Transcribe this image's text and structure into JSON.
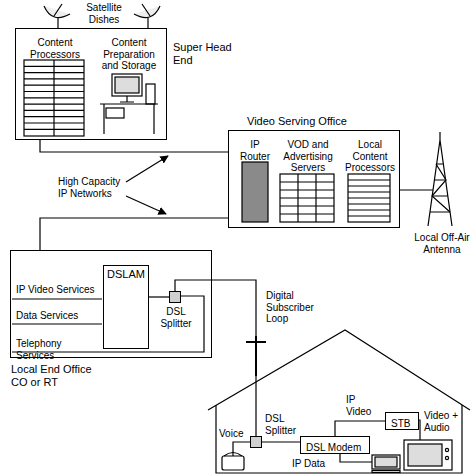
{
  "diagram": {
    "nodes": [
      {
        "text": [
          "Super Head End"
        ]
      },
      {
        "text": [
          "Content Processors"
        ],
        "in": 0
      },
      {
        "text": [
          "Content Preparation and Storage"
        ],
        "in": 0
      },
      {
        "text": [
          "Video Serving Office"
        ]
      },
      {
        "text": [
          "IP Router"
        ],
        "in": 3
      },
      {
        "text": [
          "VOD and Advertising Servers"
        ],
        "in": 3
      },
      {
        "text": [
          "Local Content Processors"
        ],
        "in": 3
      },
      {
        "text": [
          "Local End Office CO or RT"
        ]
      },
      {
        "text": [
          "DSLAM"
        ],
        "in": 7
      },
      {
        "text": [
          "DSL Splitter"
        ],
        "in": 7
      },
      {
        "text": [
          "DSL Splitter"
        ]
      },
      {
        "text": [
          "DSL Modem"
        ]
      },
      {
        "text": [
          "STB"
        ]
      }
    ],
    "edges": [
      {
        "from": 0,
        "to": 3,
        "arrow": "none"
      },
      {
        "from": 3,
        "to": 7,
        "arrow": "none"
      },
      {
        "from": 8,
        "to": 9,
        "arrow": "none"
      },
      {
        "from": 9,
        "to": 10,
        "arrow": "none"
      },
      {
        "from": 10,
        "to": 11,
        "arrow": "none"
      },
      {
        "from": 11,
        "to": 12,
        "arrow": "none"
      }
    ],
    "labels": [
      "Satellite Dishes",
      "High Capacity IP Networks",
      "Local Off-Air Antenna",
      "IP Video Services",
      "Data Services",
      "Telephony Services",
      "Digital Subscriber Loop",
      "Voice",
      "IP Video",
      "Video + Audio",
      "IP Data"
    ]
  }
}
